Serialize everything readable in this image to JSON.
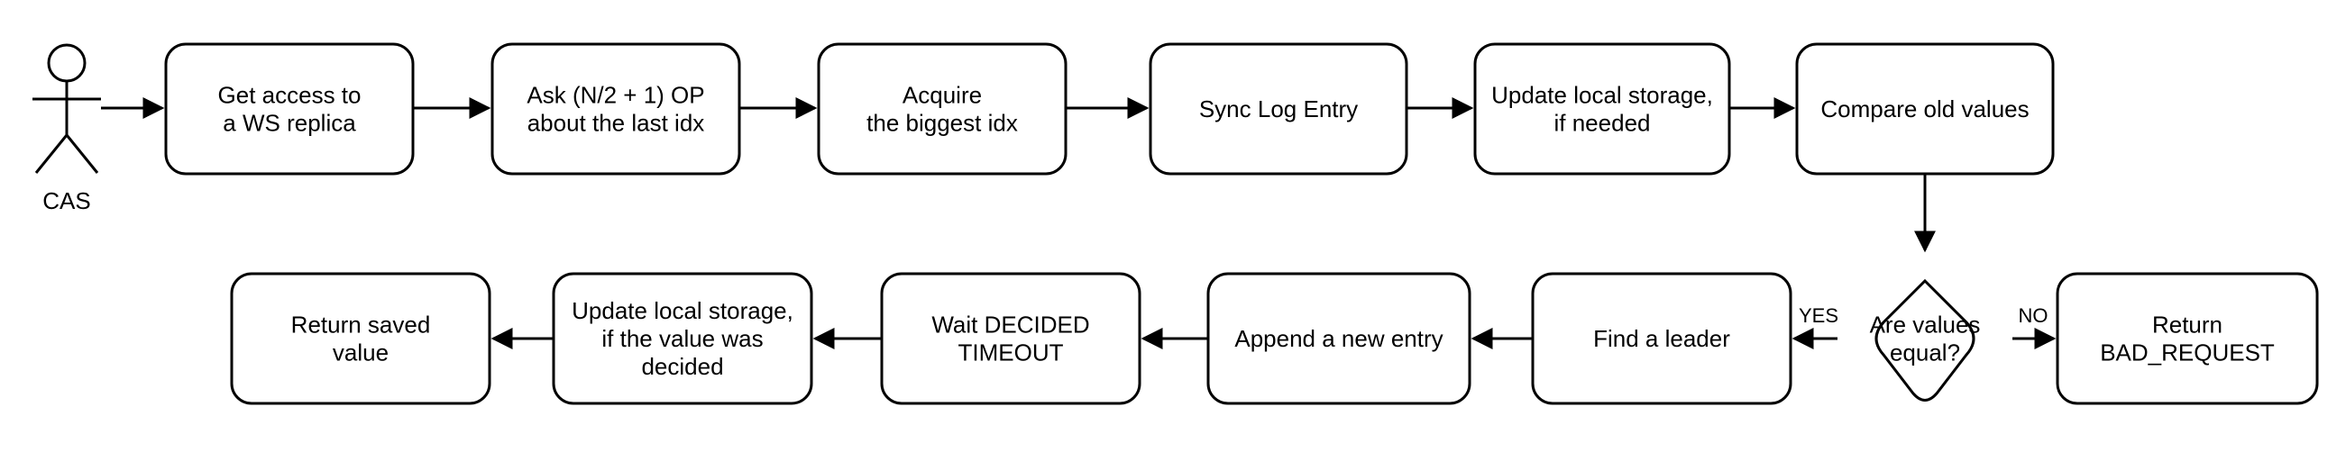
{
  "diagram": {
    "actor": {
      "label": "CAS"
    },
    "nodes": {
      "get_access": [
        "Get access to",
        "a WS replica"
      ],
      "ask_op": [
        "Ask (N/2 + 1) OP",
        "about the last idx"
      ],
      "acquire": [
        "Acquire",
        "the biggest idx"
      ],
      "sync_log": [
        "Sync Log Entry"
      ],
      "update_local_1": [
        "Update local storage,",
        "if needed"
      ],
      "compare_old": [
        "Compare old values"
      ],
      "decision": [
        "Are values",
        "equal?"
      ],
      "return_bad": [
        "Return",
        "BAD_REQUEST"
      ],
      "find_leader": [
        "Find a leader"
      ],
      "append_entry": [
        "Append a new entry"
      ],
      "wait_decided": [
        "Wait DECIDED",
        "TIMEOUT"
      ],
      "update_local_2": [
        "Update local storage,",
        "if the value was",
        "decided"
      ],
      "return_saved": [
        "Return saved",
        "value"
      ]
    },
    "edge_labels": {
      "yes": "YES",
      "no": "NO"
    }
  }
}
